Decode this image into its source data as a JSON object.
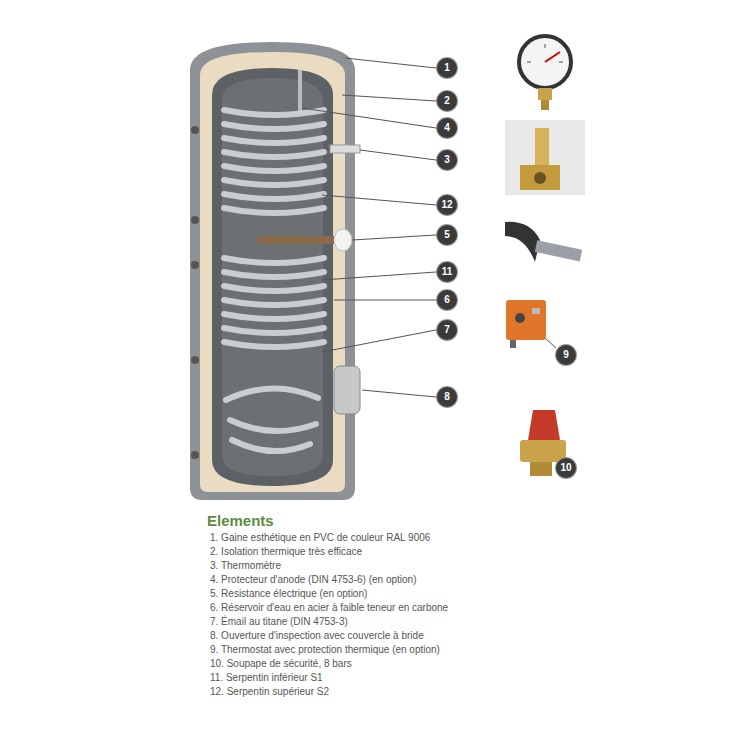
{
  "diagram": {
    "title": "Elements",
    "labels": [
      "1",
      "2",
      "4",
      "3",
      "12",
      "5",
      "11",
      "6",
      "7",
      "8",
      "9",
      "10",
      "1. Gaine esthétique en PVC de couleur RAL 9006",
      "2. Isolation thermique très efficace",
      "3. Thermomètre",
      "4. Protecteur d'anode (DIN 4753-6) (en option)",
      "5. Resistance électrique (en option)",
      "6. Réservoir d'eau en acier à faible teneur en carbone",
      "7. Émail au titane (DIN 4753-3)",
      "8. Ouverture d'inspection avec couvercle à bride",
      "9. Thermostat avec protection thermique (en option)",
      "10. Soupape de sécurité, 8 bars",
      "11. Serpentin inférieur S1",
      "12. Serpentin supérieur S2"
    ]
  }
}
